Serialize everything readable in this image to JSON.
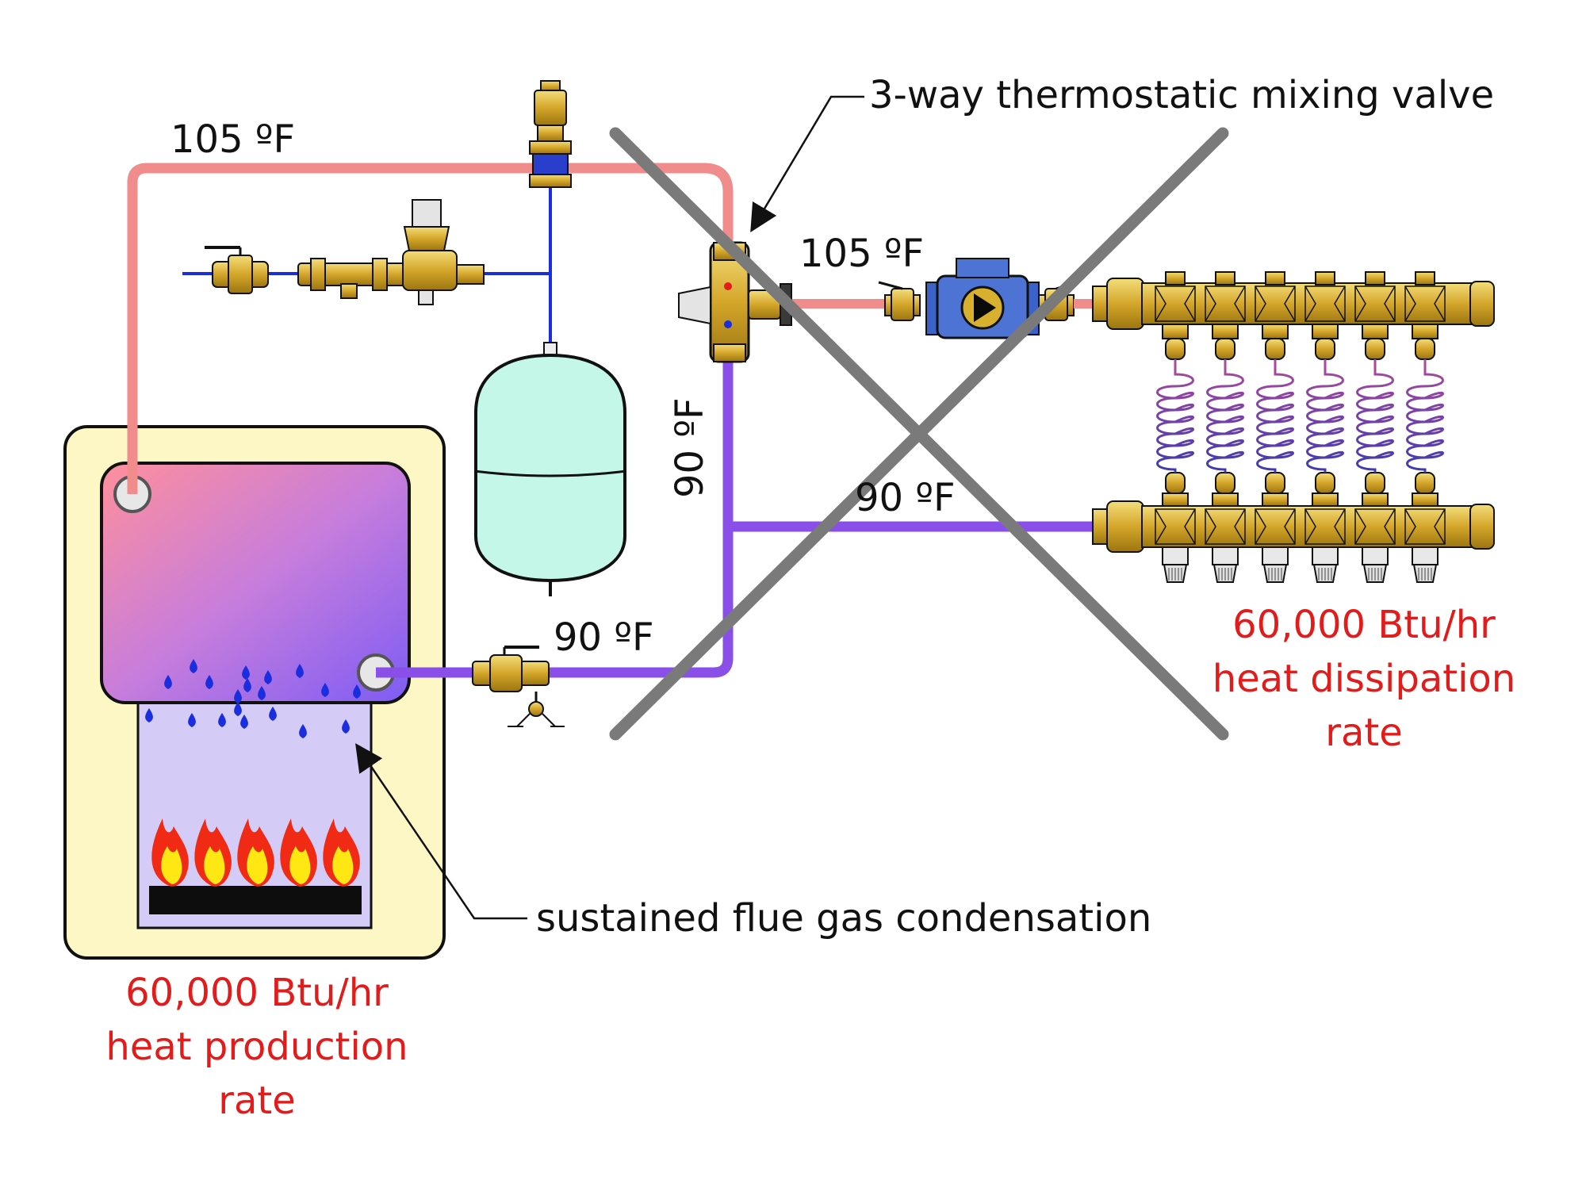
{
  "labels": {
    "mixing_valve": "3-way thermostatic mixing valve",
    "supply_top_temp": "105 ºF",
    "supply_manifold_temp": "105 ºF",
    "return_vertical_temp": "90 ºF",
    "return_manifold_temp": "90 ºF",
    "boiler_return_temp": "90 ºF",
    "condensation": "sustained flue gas condensation"
  },
  "boiler_rate": {
    "line1": "60,000 Btu/hr",
    "line2": "heat production",
    "line3": "rate"
  },
  "dissipation_rate": {
    "line1": "60,000 Btu/hr",
    "line2": "heat dissipation",
    "line3": "rate"
  },
  "colors": {
    "hot_pipe": "#f08c8c",
    "cool_pipe": "#8a4fe8",
    "cold_water": "#1a2ee0",
    "brass": "#d8b02e",
    "boiler_cabinet": "#fdf7c6",
    "tank": "#c4f7e8",
    "cross": "#7a7a7a",
    "rate_text": "#e21b1b"
  },
  "icons": {
    "cross_out": "x-cross-icon",
    "pump": "circulator-pump-icon",
    "flame": "flame-icon"
  }
}
